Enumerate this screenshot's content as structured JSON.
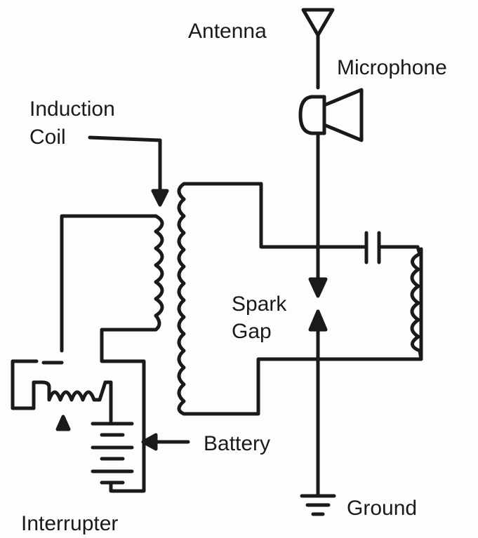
{
  "labels": {
    "antenna": "Antenna",
    "microphone": "Microphone",
    "induction_coil_line1": "Induction",
    "induction_coil_line2": "Coil",
    "spark_line1": "Spark",
    "spark_line2": "Gap",
    "battery": "Battery",
    "ground": "Ground",
    "interrupter": "Interrupter"
  },
  "colors": {
    "ink": "#1a1a1a",
    "paper": "#fdfdfb"
  }
}
